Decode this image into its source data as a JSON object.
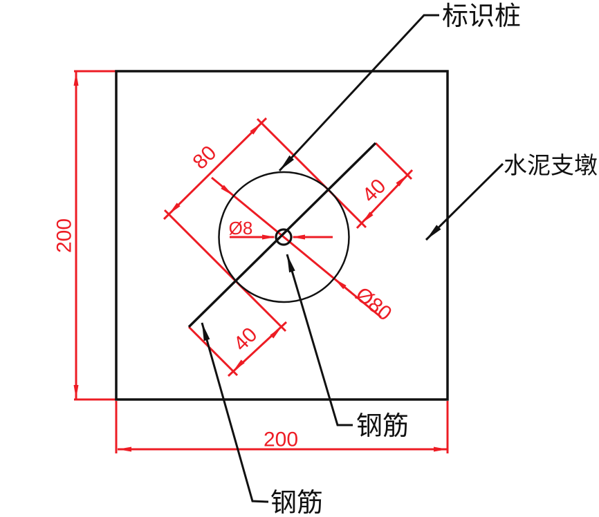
{
  "labels": {
    "marker_pile": "标识桩",
    "cement_pier": "水泥支墩",
    "rebar_mid": "钢筋",
    "rebar_bottom": "钢筋"
  },
  "dims": {
    "height": "200",
    "width": "200",
    "dia_linear": "80",
    "rebar_top_len": "40",
    "rebar_bottom_len": "40",
    "dia_circle": "Ø80",
    "dia_rebar": "Ø8"
  },
  "colors": {
    "dimension_red": "#ED1C24",
    "geometry_black": "#111111",
    "background": "#FFFFFF"
  }
}
